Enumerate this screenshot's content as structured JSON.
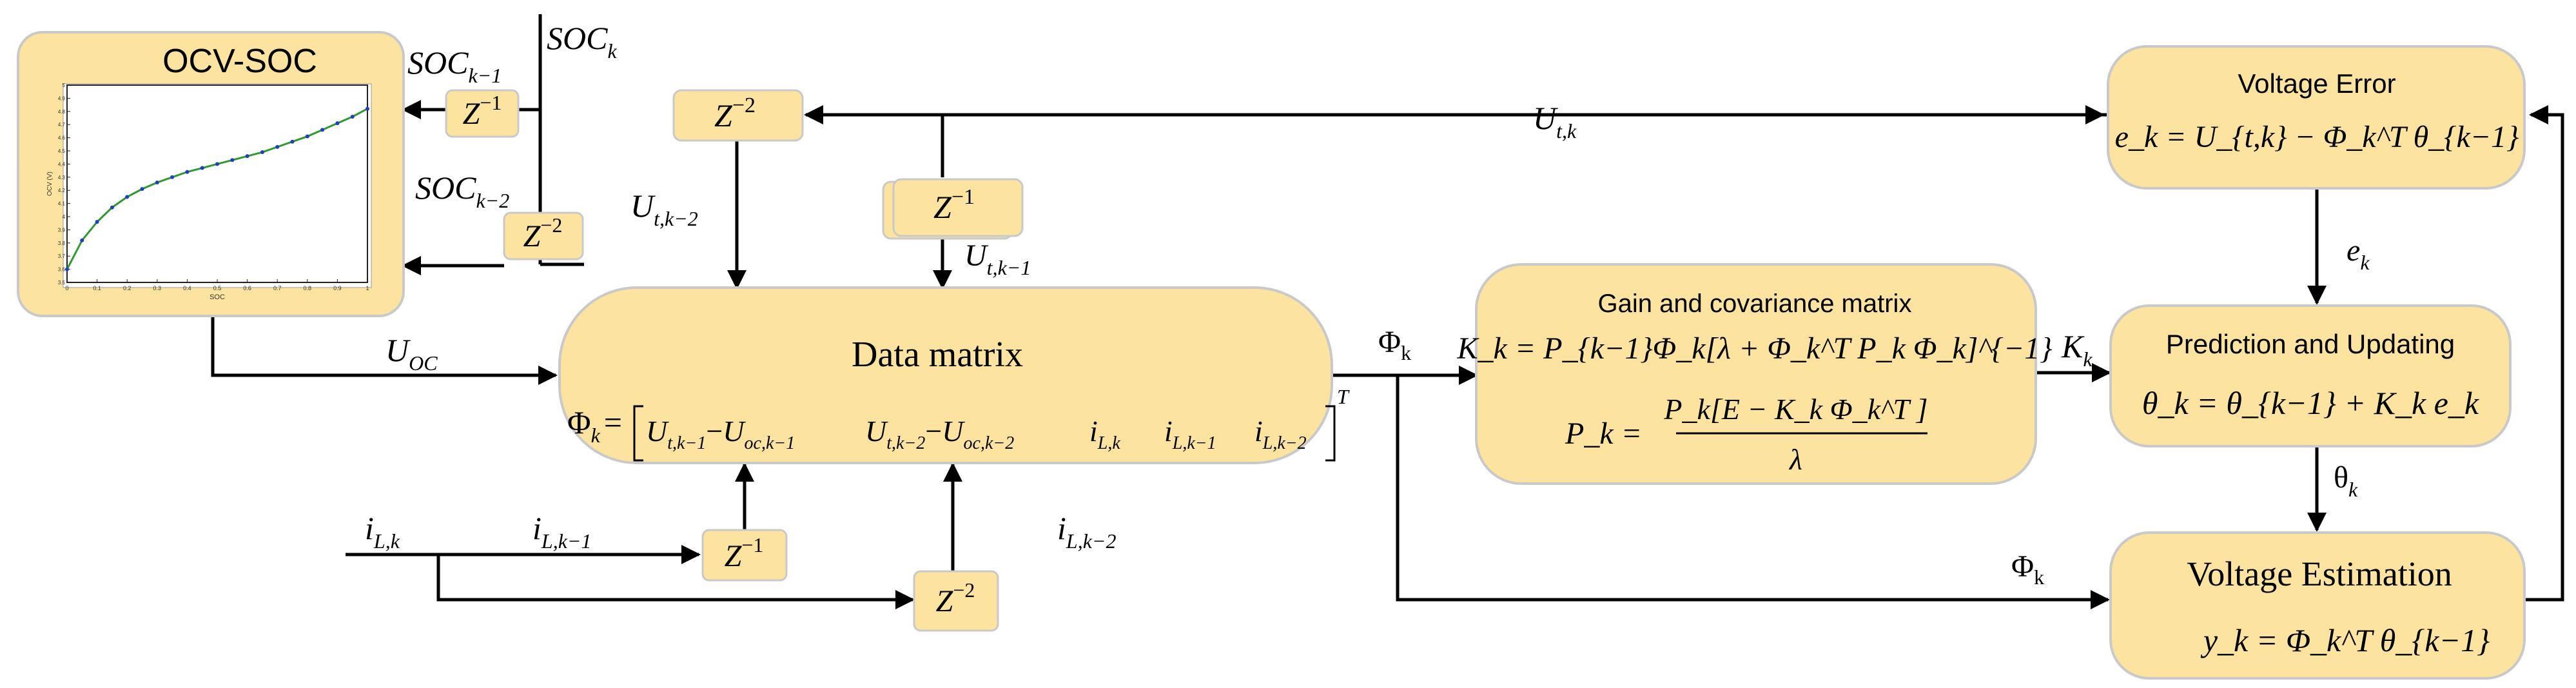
{
  "colors": {
    "box_fill": "#fde3a0",
    "box_stroke": "#c9c9c9",
    "curve": "#2f9a2f",
    "marker": "#1f3fbf"
  },
  "ocv_soc": {
    "title": "OCV-SOC",
    "ylabel": "OCV (V)",
    "xlabel": "SOC",
    "chart_data": {
      "type": "line",
      "x": [
        0,
        0.05,
        0.1,
        0.15,
        0.2,
        0.25,
        0.3,
        0.35,
        0.4,
        0.45,
        0.5,
        0.55,
        0.6,
        0.65,
        0.7,
        0.75,
        0.8,
        0.85,
        0.9,
        0.95,
        1.0
      ],
      "y": [
        3.6,
        3.82,
        3.96,
        4.07,
        4.15,
        4.21,
        4.26,
        4.3,
        4.34,
        4.37,
        4.4,
        4.43,
        4.46,
        4.49,
        4.53,
        4.57,
        4.61,
        4.66,
        4.71,
        4.76,
        4.82
      ],
      "xlim": [
        0,
        1
      ],
      "ylim": [
        3.5,
        5.0
      ],
      "xticks": [
        "0",
        "0.1",
        "0.2",
        "0.3",
        "0.4",
        "0.5",
        "0.6",
        "0.7",
        "0.8",
        "0.9",
        "1"
      ],
      "yticks": [
        "3.5",
        "3.6",
        "3.7",
        "3.8",
        "3.9",
        "4",
        "4.1",
        "4.2",
        "4.3",
        "4.4",
        "4.5",
        "4.6",
        "4.7",
        "4.8",
        "4.9",
        "5"
      ],
      "grid": false
    }
  },
  "delays": {
    "z1_soc": {
      "base": "Z",
      "exp": "−1"
    },
    "z2_soc": {
      "base": "Z",
      "exp": "−2"
    },
    "z2_ut": {
      "base": "Z",
      "exp": "−2"
    },
    "z1_ut": {
      "base": "Z",
      "exp": "−1"
    },
    "z1_il": {
      "base": "Z",
      "exp": "−1"
    },
    "z2_il": {
      "base": "Z",
      "exp": "−2"
    }
  },
  "signals": {
    "soc_k": {
      "base": "SOC",
      "sub": "k"
    },
    "soc_k1": {
      "base": "SOC",
      "sub": "k−1"
    },
    "soc_k2": {
      "base": "SOC",
      "sub": "k−2"
    },
    "u_oc": {
      "base": "U",
      "sub": "OC"
    },
    "u_tk": {
      "base": "U",
      "sub": "t,k"
    },
    "u_tk1": {
      "base": "U",
      "sub": "t,k−1"
    },
    "u_tk2": {
      "base": "U",
      "sub": "t,k−2"
    },
    "i_lk": {
      "base": "i",
      "sub": "L,k"
    },
    "i_lk1": {
      "base": "i",
      "sub": "L,k−1"
    },
    "i_lk2": {
      "base": "i",
      "sub": "L,k−2"
    },
    "phi_out": {
      "base": "Φ",
      "sub": "k"
    },
    "phi_lower": {
      "base": "Φ",
      "sub": "k"
    },
    "k_k": {
      "base": "K",
      "sub": "k"
    },
    "e_k": {
      "base": "e",
      "sub": "k"
    },
    "theta_k": {
      "base": "θ",
      "sub": "k"
    }
  },
  "blocks": {
    "data_matrix": {
      "title": "Data matrix",
      "phi": "Φ",
      "phi_sub": "k",
      "eq": "=",
      "entries": [
        {
          "a": "U",
          "a_sub": "t,k−1",
          "op": "−",
          "b": "U",
          "b_sub": "oc,k−1"
        },
        {
          "a": "U",
          "a_sub": "t,k−2",
          "op": "−",
          "b": "U",
          "b_sub": "oc,k−2"
        },
        {
          "a": "i",
          "a_sub": "L,k"
        },
        {
          "a": "i",
          "a_sub": "L,k−1"
        },
        {
          "a": "i",
          "a_sub": "L,k−2"
        }
      ],
      "transpose": "T"
    },
    "gain": {
      "title": "Gain and covariance matrix",
      "k_eq": "K_k = P_{k−1}Φ_k[λ + Φ_k^T P_k Φ_k]^{−1}",
      "p_lhs": "P_k =",
      "p_num": "P_k[E − K_k Φ_k^T ]",
      "p_den": "λ"
    },
    "voltage_error": {
      "title": "Voltage Error",
      "eq": "e_k = U_{t,k} − Φ_k^T θ_{k−1}"
    },
    "prediction": {
      "title": "Prediction and Updating",
      "eq": "θ_k = θ_{k−1} + K_k e_k"
    },
    "voltage_estimation": {
      "title": "Voltage Estimation",
      "eq": "y_k = Φ_k^T θ_{k−1}"
    }
  }
}
